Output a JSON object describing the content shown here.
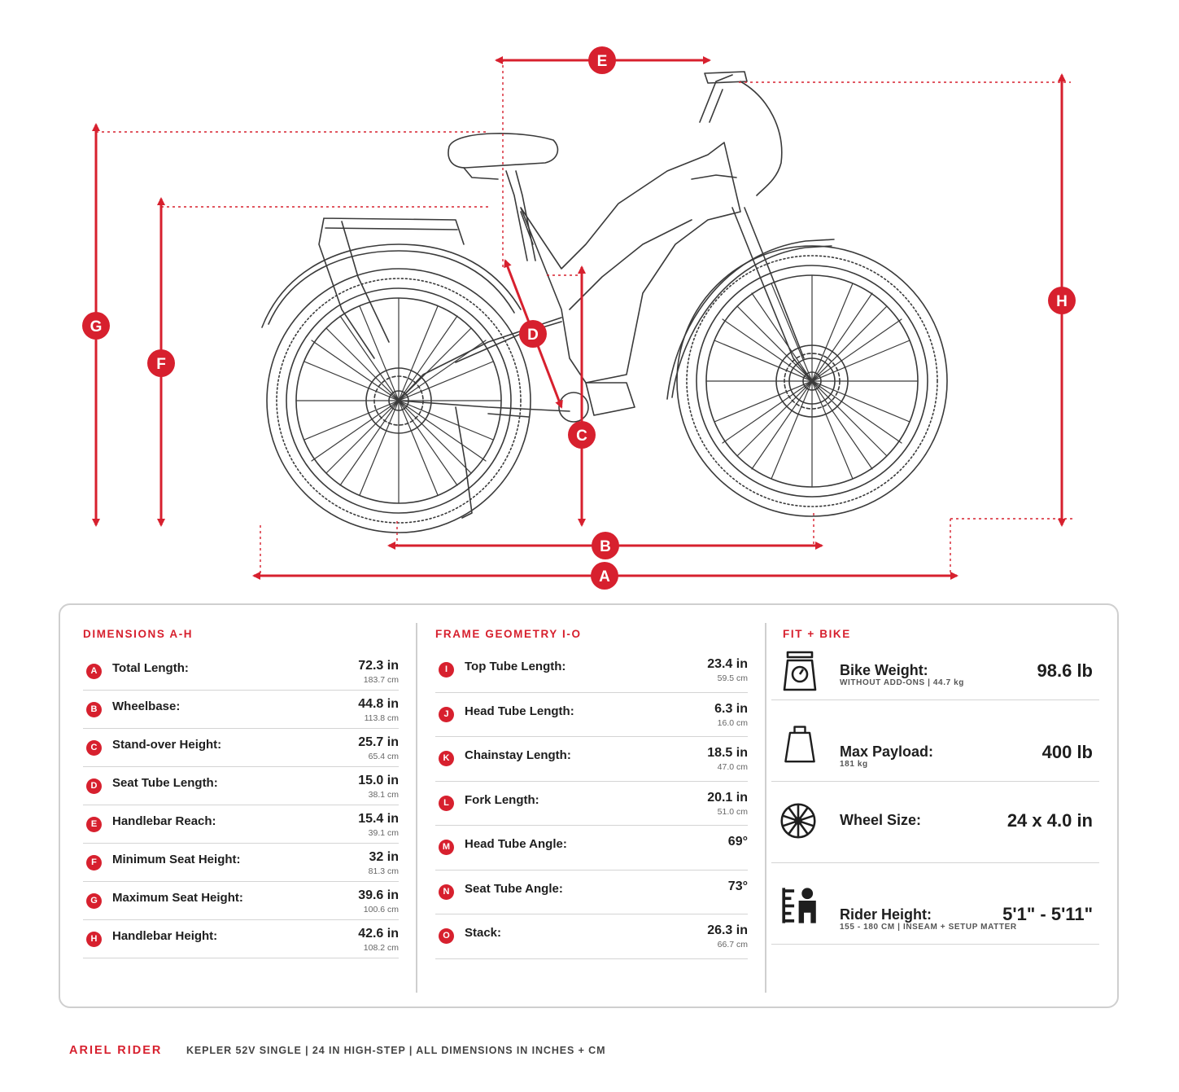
{
  "diagram": {
    "markers": [
      "A",
      "B",
      "C",
      "D",
      "E",
      "F",
      "G",
      "H"
    ]
  },
  "dimensions": {
    "title": "DIMENSIONS A-H",
    "rows": [
      {
        "letter": "A",
        "label": "Total Length:",
        "in": "72.3 in",
        "cm": "183.7 cm"
      },
      {
        "letter": "B",
        "label": "Wheelbase:",
        "in": "44.8 in",
        "cm": "113.8 cm"
      },
      {
        "letter": "C",
        "label": "Stand-over Height:",
        "in": "25.7 in",
        "cm": "65.4 cm"
      },
      {
        "letter": "D",
        "label": "Seat Tube Length:",
        "in": "15.0 in",
        "cm": "38.1 cm"
      },
      {
        "letter": "E",
        "label": "Handlebar Reach:",
        "in": "15.4 in",
        "cm": "39.1 cm"
      },
      {
        "letter": "F",
        "label": "Minimum Seat Height:",
        "in": "32 in",
        "cm": "81.3 cm"
      },
      {
        "letter": "G",
        "label": "Maximum Seat Height:",
        "in": "39.6 in",
        "cm": "100.6 cm"
      },
      {
        "letter": "H",
        "label": "Handlebar Height:",
        "in": "42.6 in",
        "cm": "108.2 cm"
      }
    ]
  },
  "geometry": {
    "title": "FRAME GEOMETRY I-O",
    "rows": [
      {
        "letter": "I",
        "label": "Top Tube Length:",
        "in": "23.4 in",
        "cm": "59.5 cm"
      },
      {
        "letter": "J",
        "label": "Head Tube Length:",
        "in": "6.3 in",
        "cm": "16.0 cm"
      },
      {
        "letter": "K",
        "label": "Chainstay Length:",
        "in": "18.5 in",
        "cm": "47.0 cm"
      },
      {
        "letter": "L",
        "label": "Fork Length:",
        "in": "20.1 in",
        "cm": "51.0 cm"
      },
      {
        "letter": "M",
        "label": "Head Tube Angle:",
        "in": "69°",
        "cm": ""
      },
      {
        "letter": "N",
        "label": "Seat Tube Angle:",
        "in": "73°",
        "cm": ""
      },
      {
        "letter": "O",
        "label": "Stack:",
        "in": "26.3 in",
        "cm": "66.7 cm"
      }
    ]
  },
  "fit": {
    "title": "FIT + BIKE",
    "rows": [
      {
        "icon": "scale-icon",
        "label": "Bike Weight:",
        "sub": "WITHOUT ADD-ONS | 44.7 kg",
        "value": "98.6 lb"
      },
      {
        "icon": "weight-icon",
        "label": "Max Payload:",
        "sub": "181 kg",
        "value": "400 lb"
      },
      {
        "icon": "wheel-icon",
        "label": "Wheel Size:",
        "sub": "",
        "value": "24 x 4.0 in"
      },
      {
        "icon": "rider-height-icon",
        "label": "Rider Height:",
        "sub": "155 - 180 CM | INSEAM + SETUP MATTER",
        "value": "5'1\" - 5'11\""
      }
    ]
  },
  "footer": {
    "brand": "ARIEL RIDER",
    "model": "KEPLER 52V SINGLE | 24 IN HIGH-STEP | ALL DIMENSIONS IN INCHES + CM"
  },
  "colors": {
    "accent": "#d7202e",
    "text": "#1e1e1e",
    "line": "#3a3a3a",
    "border": "#cfcfcf"
  }
}
